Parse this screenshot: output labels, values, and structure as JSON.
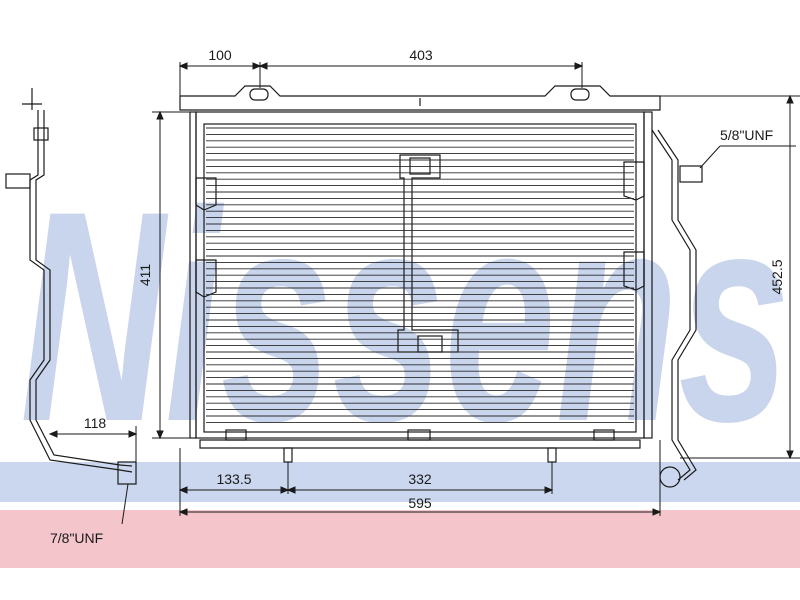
{
  "dimensions": {
    "top_left": "100",
    "top_mid": "403",
    "right_fitting": "5/8\"UNF",
    "height_left": "411",
    "height_right": "452.5",
    "pipe_left": "118",
    "bottom_left": "133.5",
    "bottom_mid": "332",
    "overall_width": "595",
    "bottom_fitting": "7/8\"UNF"
  },
  "watermark": {
    "text": "Nissens",
    "color": "#8fa8d8",
    "band_color": "#f4c6cc"
  },
  "colors": {
    "line": "#1a1a1a",
    "fins": "#2a2a2a"
  }
}
